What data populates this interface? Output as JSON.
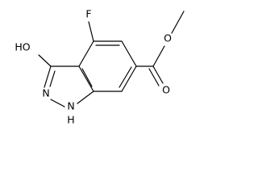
{
  "molecule": {
    "atom_labels": {
      "fluorine": "F",
      "hydroxyl": "HO",
      "ring_nitrogen": "N",
      "ring_nh": "N",
      "nh_hydrogen": "H",
      "carbonyl_oxygen": "O",
      "ester_oxygen": "O"
    },
    "colors": {
      "bond": "#000000",
      "label": "#000000",
      "background": "#ffffff"
    }
  }
}
